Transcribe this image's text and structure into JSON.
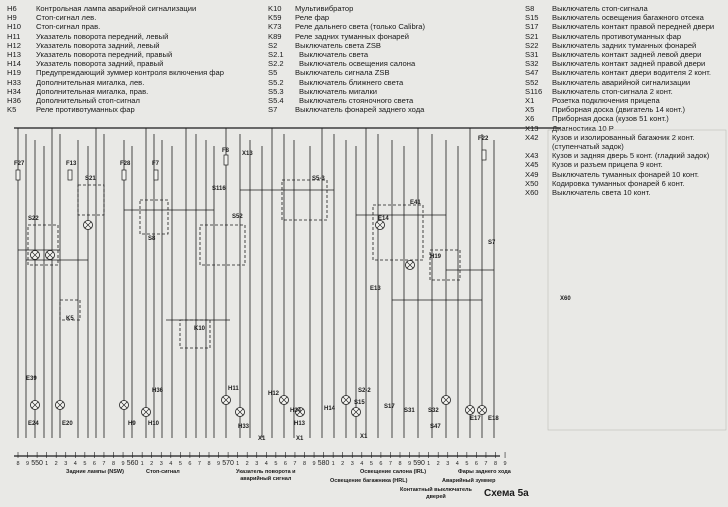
{
  "legend": {
    "col1": [
      {
        "code": "H6",
        "text": "Контрольная лампа аварийной сигнализации"
      },
      {
        "code": "H9",
        "text": "Стоп-сигнал лев."
      },
      {
        "code": "H10",
        "text": "Стоп-сигнал прав."
      },
      {
        "code": "H11",
        "text": "Указатель поворота передний, левый"
      },
      {
        "code": "H12",
        "text": "Указатель поворота задний, левый"
      },
      {
        "code": "H13",
        "text": "Указатель поворота передний, правый"
      },
      {
        "code": "H14",
        "text": "Указатель поворота задний, правый"
      },
      {
        "code": "H19",
        "text": "Предупреждающий зуммер контроля включения фар"
      },
      {
        "code": "H33",
        "text": "Дополнительная мигалка, лев."
      },
      {
        "code": "H34",
        "text": "Дополнительная мигалка, прав."
      },
      {
        "code": "H36",
        "text": "Дополнительный стоп-сигнал"
      },
      {
        "code": "K5",
        "text": "Реле противотуманных фар"
      }
    ],
    "col2": [
      {
        "code": "K10",
        "text": "Мультивибратор"
      },
      {
        "code": "K59",
        "text": "Реле фар"
      },
      {
        "code": "K73",
        "text": "Реле дальнего света (только Calibra)"
      },
      {
        "code": "K89",
        "text": "Реле задних туманных фонарей"
      },
      {
        "code": "S2",
        "text": "Выключатель света ZSB"
      },
      {
        "code": "S2.1",
        "text": "Выключатель света"
      },
      {
        "code": "S2.2",
        "text": "Выключатель освещения салона"
      },
      {
        "code": "S5",
        "text": "Выключатель сигнала ZSB"
      },
      {
        "code": "S5.2",
        "text": "Выключатель ближнего света"
      },
      {
        "code": "S5.3",
        "text": "Выключатель мигалки"
      },
      {
        "code": "S5.4",
        "text": "Выключатель стояночного света"
      },
      {
        "code": "S7",
        "text": "Выключатель фонарей заднего хода"
      }
    ],
    "col3": [
      {
        "code": "S8",
        "text": "Выключатель стоп-сигнала"
      },
      {
        "code": "S15",
        "text": "Выключатель освещения  багажного отсека"
      },
      {
        "code": "S17",
        "text": "Выключатель контакт правой передней двери"
      },
      {
        "code": "S21",
        "text": "Выключатель противотуманных фар"
      },
      {
        "code": "S22",
        "text": "Выключатель задних туманных фонарей"
      },
      {
        "code": "S31",
        "text": "Выключатель контакт задней левой двери"
      },
      {
        "code": "S32",
        "text": "Выключатель контакт задней правой двери"
      },
      {
        "code": "S47",
        "text": "Выключатель контакт двери водителя 2 конт."
      },
      {
        "code": "S52",
        "text": "Выключатель аварийной сигнализации"
      },
      {
        "code": "S116",
        "text": "Выключатель стоп-сигнала 2 конт."
      },
      {
        "code": "X1",
        "text": "Розетка подключения прицепа"
      },
      {
        "code": "X5",
        "text": "Приборная доска (двигатель 14 конт.)"
      },
      {
        "code": "X6",
        "text": "Приборная доска (кузов 51 конт.)"
      },
      {
        "code": "X13",
        "text": "Диагностика 10 Р"
      },
      {
        "code": "X42",
        "text": "Кузов и изолированный багажник 2 конт."
      },
      {
        "code": "",
        "text": "(ступенчатый задок)"
      },
      {
        "code": "X43",
        "text": "Кузов и задняя дверь 5 конт. (гладкий задок)"
      },
      {
        "code": "X45",
        "text": "Кузов и разъем прицепа 9 конт."
      },
      {
        "code": "X49",
        "text": "Выключатель туманных фонарей 10 конт."
      },
      {
        "code": "X50",
        "text": "Кодировка туманных фонарей 6 конт."
      },
      {
        "code": "X60",
        "text": "Выключатель света 10 конт."
      }
    ]
  },
  "components": [
    "F27",
    "F13",
    "F28",
    "F7",
    "F8",
    "X13",
    "F22",
    "S22",
    "S21",
    "S116",
    "S8",
    "S52",
    "K10",
    "S5-3",
    "E14",
    "E41",
    "E13",
    "H19",
    "S7",
    "X60",
    "K5",
    "E39",
    "E24",
    "E20",
    "H9",
    "H10",
    "H36",
    "H11",
    "H33",
    "H12",
    "H34",
    "H13",
    "H14",
    "S15",
    "S2-2",
    "S17",
    "S31",
    "S32",
    "S47",
    "E17",
    "E18",
    "X1",
    "X1",
    "X1"
  ],
  "scale": [
    "8",
    "9",
    "550",
    "1",
    "2",
    "3",
    "4",
    "5",
    "6",
    "7",
    "8",
    "9",
    "560",
    "1",
    "2",
    "3",
    "4",
    "5",
    "6",
    "7",
    "8",
    "9",
    "570",
    "1",
    "2",
    "3",
    "4",
    "5",
    "6",
    "7",
    "8",
    "9",
    "580",
    "1",
    "2",
    "3",
    "4",
    "5",
    "6",
    "7",
    "8",
    "9",
    "590",
    "1",
    "2",
    "3",
    "4",
    "5",
    "6",
    "7",
    "8",
    "9"
  ],
  "captions": {
    "rear_lamps": "Задние лампы (NSW)",
    "brake": "Стоп-сигнал",
    "turn_1": "Указатель поворота и",
    "turn_2": "аварийный сигнал",
    "interior": "Освещение салона (IRL)",
    "trunk": "Освещение багажника (HRL)",
    "reverse": "Фары заднего хода",
    "buzzer": "Аварийный зуммер",
    "door_1": "Контактный выключатель",
    "door_2": "дверей"
  },
  "title": "Схема 5а",
  "colors": {
    "ink": "#1c1c1c",
    "paper": "#e9e9e6"
  }
}
